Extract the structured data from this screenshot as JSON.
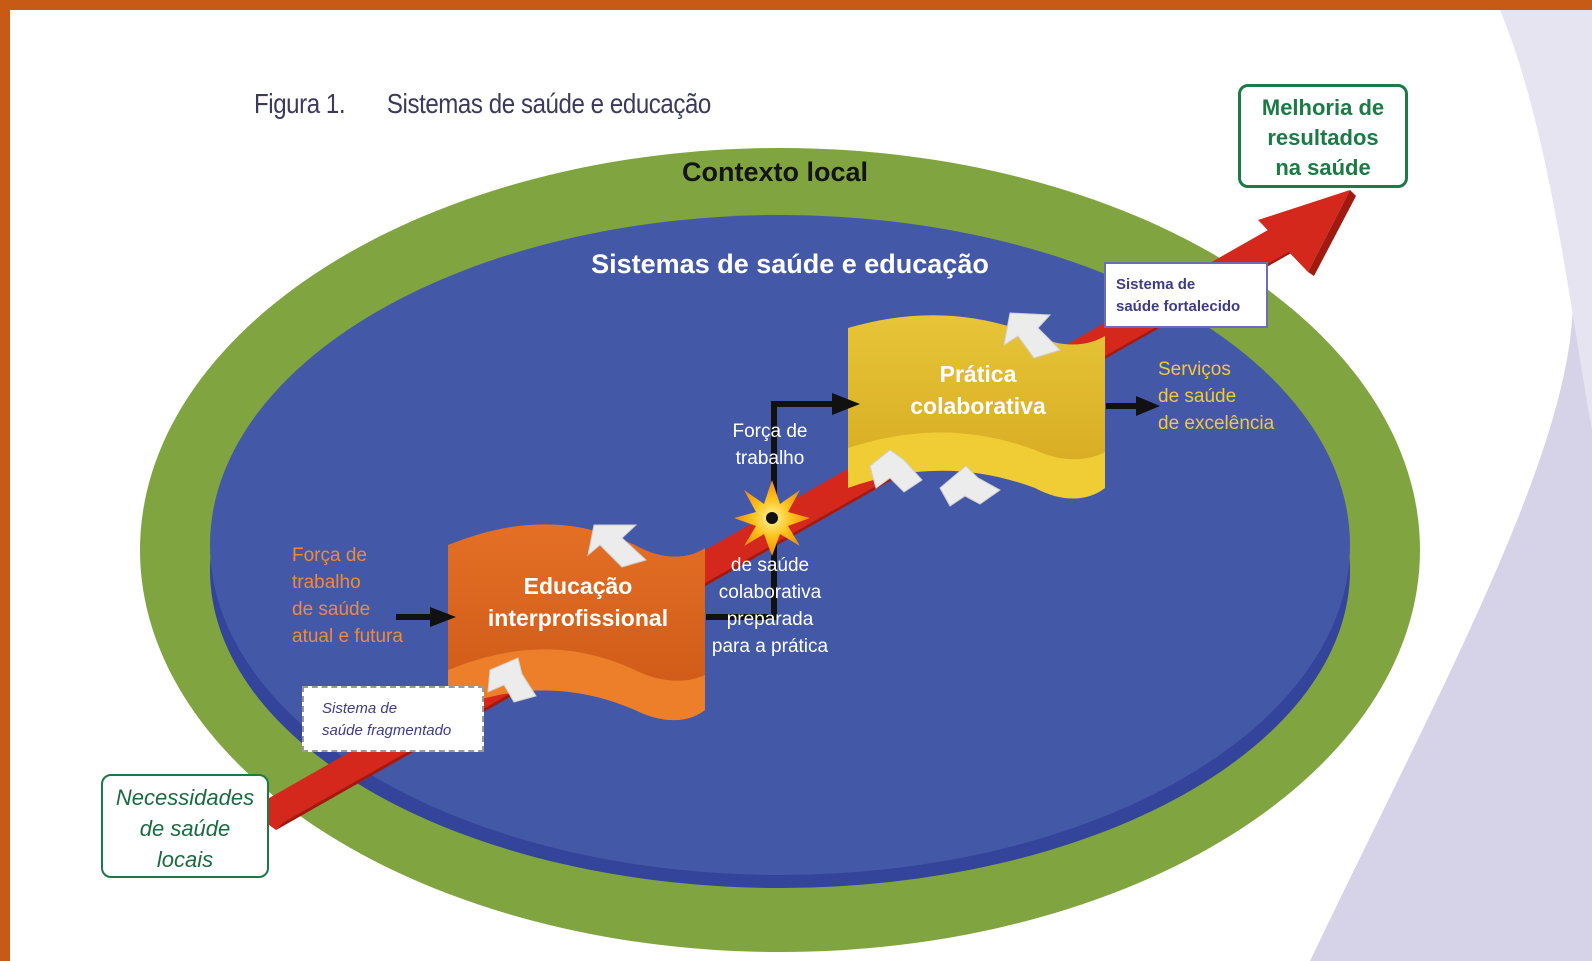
{
  "figure": {
    "number": "Figura 1.",
    "title": "Sistemas de saúde e educação"
  },
  "outer_ring_label": "Contexto local",
  "inner_label": "Sistemas de saúde e educação",
  "outcome_box": [
    "Melhoria de",
    "resultados",
    "na saúde"
  ],
  "needs_box": [
    "Necessidades",
    "de saúde",
    "locais"
  ],
  "fragmented_box": [
    "Sistema de",
    "saúde fragmentado"
  ],
  "strengthened_box": [
    "Sistema de",
    "saúde fortalecido"
  ],
  "education_banner": [
    "Educação",
    "interprofissional"
  ],
  "practice_banner": [
    "Prática",
    "colaborativa"
  ],
  "workforce_input": [
    "Força de",
    "trabalho",
    "de saúde",
    "atual e futura"
  ],
  "workforce_ready": {
    "top": [
      "Força de",
      "trabalho"
    ],
    "bottom": [
      "de saúde",
      "colaborativa",
      "preparada",
      "para a prática"
    ]
  },
  "services": [
    "Serviços",
    "de saúde",
    "de excelência"
  ],
  "colors": {
    "frame": "#c75b16",
    "green_ring": "#80a540",
    "blue_field": "#4458a8",
    "red_arrow": "#d5281c",
    "orange_banner": "#e06a22",
    "yellow_banner": "#e2bd2e",
    "dark_green_text": "#1b7a45",
    "orange_text": "#ef8a3c",
    "yellow_text": "#f2c93a",
    "purple_text": "#3d3c86",
    "lavender": "#c9c6de"
  }
}
